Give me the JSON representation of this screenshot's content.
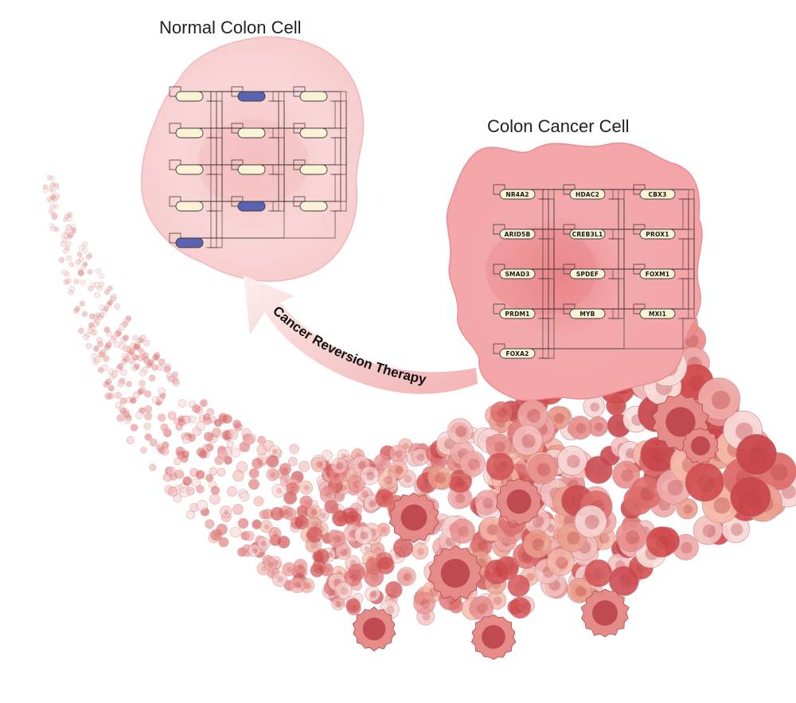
{
  "diagram": {
    "normal_cell": {
      "title": "Normal Colon Cell",
      "node_colors": {
        "inactive": "#fbf3d6",
        "active": "#5b63b0"
      }
    },
    "cancer_cell": {
      "title": "Colon Cancer Cell",
      "genes": [
        "NR4A2",
        "HDAC2",
        "CBX3",
        "ARID5B",
        "CREB3L1",
        "PROX1",
        "SMAD3",
        "SPDEF",
        "FOXM1",
        "PRDM1",
        "MYB",
        "MXI1",
        "FOXA2"
      ]
    },
    "therapy_arrow": {
      "label": "Cancer Reversion Therapy"
    },
    "colors": {
      "normal_cell_fill": "#f8d3d3",
      "cancer_cell_fill": "#f1a3a6",
      "cell_accent": "#c8323c",
      "gene_node_fill": "#fbf3d6"
    }
  }
}
